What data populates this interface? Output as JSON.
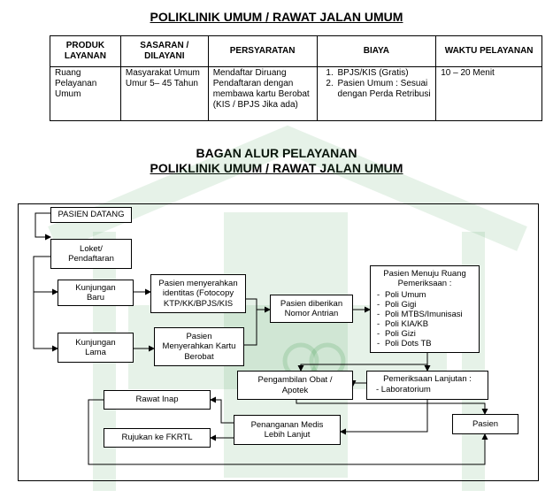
{
  "page_title": "POLIKLINIK UMUM / RAWAT JALAN UMUM",
  "table": {
    "headers": [
      "PRODUK LAYANAN",
      "SASARAN / DILAYANI",
      "PERSYARATAN",
      "BIAYA",
      "WAKTU PELAYANAN"
    ],
    "row": {
      "produk": "Ruang Pelayanan Umum",
      "sasaran": "Masyarakat Umum Umur 5– 45 Tahun",
      "persyaratan": "Mendaftar Diruang Pendaftaran dengan membawa kartu Berobat (KIS / BPJS Jika ada)",
      "biaya": [
        "BPJS/KIS (Gratis)",
        "Pasien Umum : Sesuai dengan Perda Retribusi"
      ],
      "waktu": "10 – 20 Menit"
    }
  },
  "flow": {
    "title_line1": "BAGAN ALUR PELAYANAN",
    "title_line2": "POLIKLINIK UMUM / RAWAT JALAN UMUM",
    "nodes": {
      "pasien_datang": "PASIEN DATANG",
      "loket": "Loket/\nPendaftaran",
      "baru": "Kunjungan\nBaru",
      "lama": "Kunjungan\nLama",
      "identitas": "Pasien menyerahkan\nidentitas (Fotocopy\nKTP/KK/BPJS/KIS",
      "kartu": "Pasien\nMenyerahkan Kartu\nBerobat",
      "antrian": "Pasien diberikan\nNomor Antrian",
      "ruang_header": "Pasien Menuju Ruang\nPemeriksaan :",
      "ruang_items": [
        "Poli Umum",
        "Poli Gigi",
        "Poli MTBS/Imunisasi",
        "Poli KIA/KB",
        "Poli Gizi",
        "Poli Dots TB"
      ],
      "obat": "Pengambilan Obat /\nApotek",
      "lanjut_header": "Pemeriksaan Lanjutan :",
      "lanjut_item": "-   Laboratorium",
      "rawat_inap": "Rawat Inap",
      "rujukan": "Rujukan ke FKRTL",
      "penanganan": "Penanganan Medis\nLebih Lanjut",
      "pasien_pulang": "Pasien"
    }
  },
  "colors": {
    "watermark": "#3f9d4f"
  }
}
